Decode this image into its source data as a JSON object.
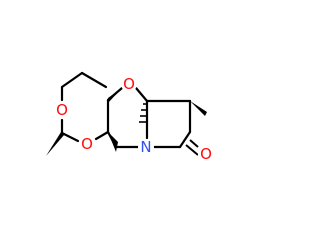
{
  "molecule": {
    "atoms": {
      "o1": "O",
      "o2": "O",
      "o3": "O",
      "n1": "N",
      "o4": "O"
    },
    "colors": {
      "oxygen": "#ff0d0d",
      "nitrogen": "#3050f8",
      "bond": "#000000"
    }
  }
}
